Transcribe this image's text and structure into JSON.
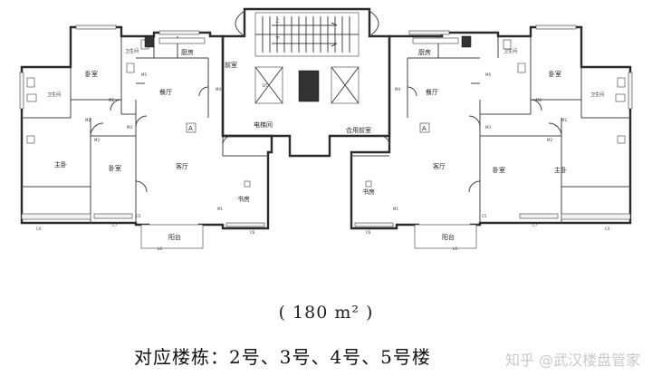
{
  "plan": {
    "left_unit": {
      "rooms": {
        "bedroom_top": "卧室",
        "bathroom_1": "卫生间",
        "kitchen": "厨房",
        "bathroom_2": "卫生间",
        "dining": "餐厅",
        "front_room": "前室",
        "master_bedroom": "主卧",
        "bedroom_2": "卧室",
        "living": "客厅",
        "study": "书房",
        "balcony": "阳台",
        "unit_mark": "A"
      },
      "codes": [
        "M2",
        "M2",
        "M5",
        "M3",
        "M2",
        "M1",
        "C4",
        "C5",
        "C7",
        "C6",
        "M4",
        "LG"
      ]
    },
    "right_unit": {
      "rooms": {
        "kitchen": "厨房",
        "bathroom_1": "卫生间",
        "bedroom_top": "卧室",
        "bathroom_2": "卫生间",
        "dining": "餐厅",
        "shared_front_room": "合用前室",
        "study": "书房",
        "living": "客厅",
        "bedroom_2": "卧室",
        "master_bedroom": "主卧",
        "balcony": "阳台",
        "unit_mark": "A"
      },
      "codes": [
        "M5",
        "M2",
        "M2",
        "M3",
        "M2",
        "M1",
        "C4",
        "C5",
        "C7",
        "C6",
        "M4",
        "LG"
      ]
    },
    "core": {
      "elevator_hall": "电梯间",
      "stair_up": "上",
      "stair_down": "下",
      "elevator_code": "DT"
    }
  },
  "captions": {
    "area": "( 180 m² )",
    "buildings": "对应楼栋：2号、3号、4号、5号楼"
  },
  "watermark": "知乎 @武汉楼盘管家"
}
